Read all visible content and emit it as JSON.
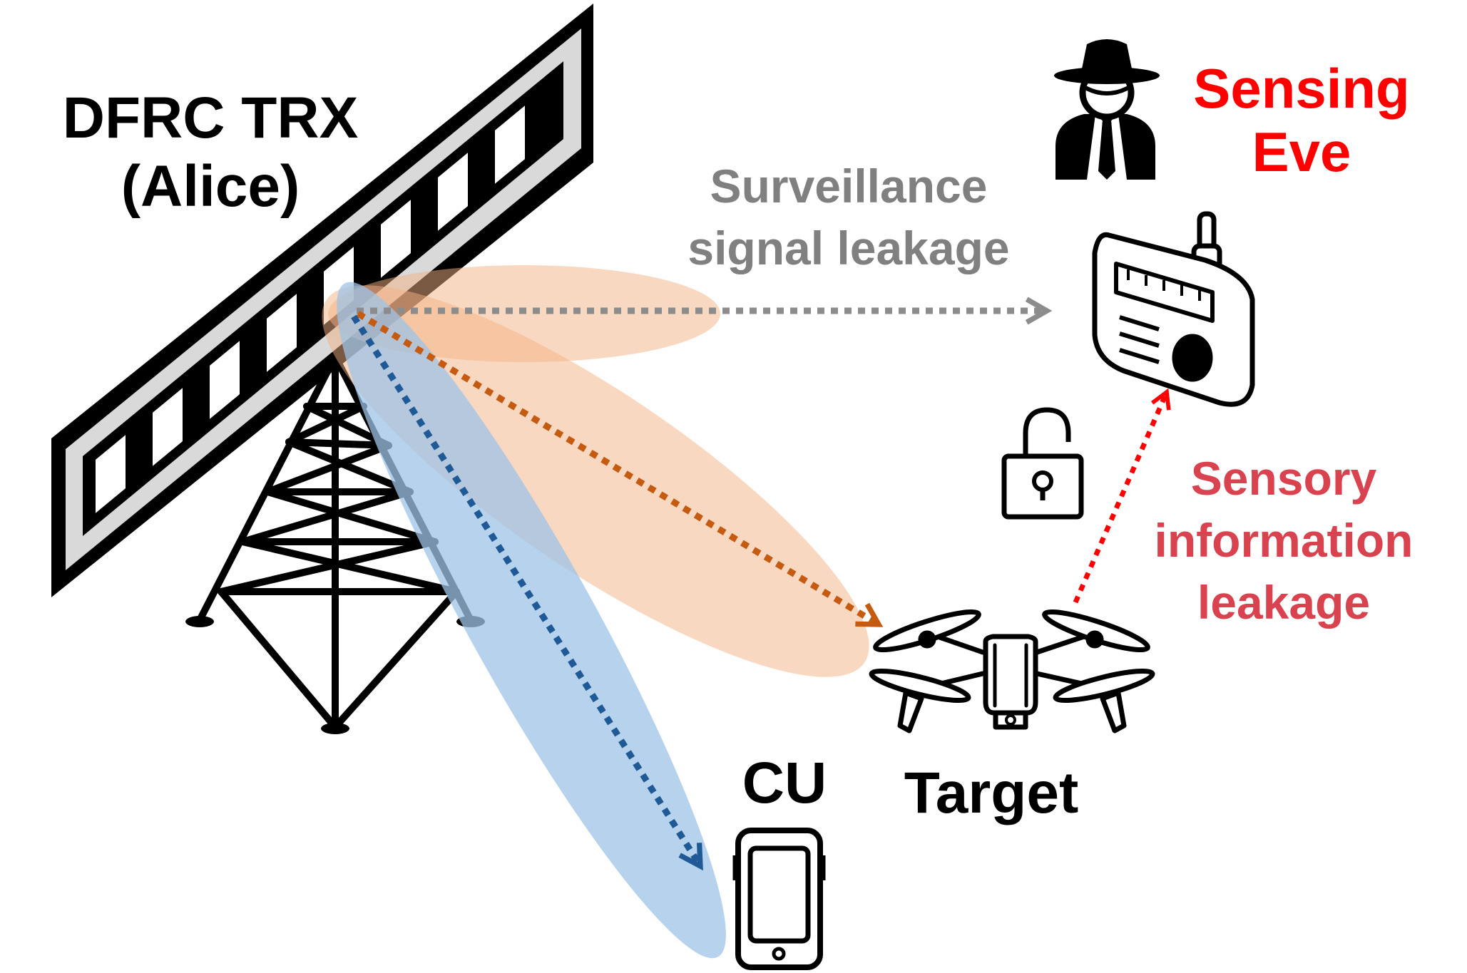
{
  "labels": {
    "alice_line1": "DFRC TRX",
    "alice_line2": "(Alice)",
    "eve_line1": "Sensing",
    "eve_line2": "Eve",
    "surveillance_line1": "Surveillance",
    "surveillance_line2": "signal leakage",
    "sensory_line1": "Sensory",
    "sensory_line2": "information",
    "sensory_line3": "leakage",
    "cu": "CU",
    "target": "Target"
  },
  "colors": {
    "eve_label": "#ff0000",
    "sensory_label": "#d9434f",
    "surveillance_label": "#808080",
    "beam_orange": "#f4b183",
    "beam_blue": "#9dc3e6",
    "arrow_blue": "#1f5a96",
    "arrow_orange": "#c55a11",
    "arrow_gray": "#8c8c8c",
    "arrow_red": "#ff0000"
  },
  "icons": [
    "antenna-array",
    "tower-icon",
    "spy-icon",
    "radio-icon",
    "unlocked-padlock-icon",
    "drone-icon",
    "smartphone-icon"
  ]
}
